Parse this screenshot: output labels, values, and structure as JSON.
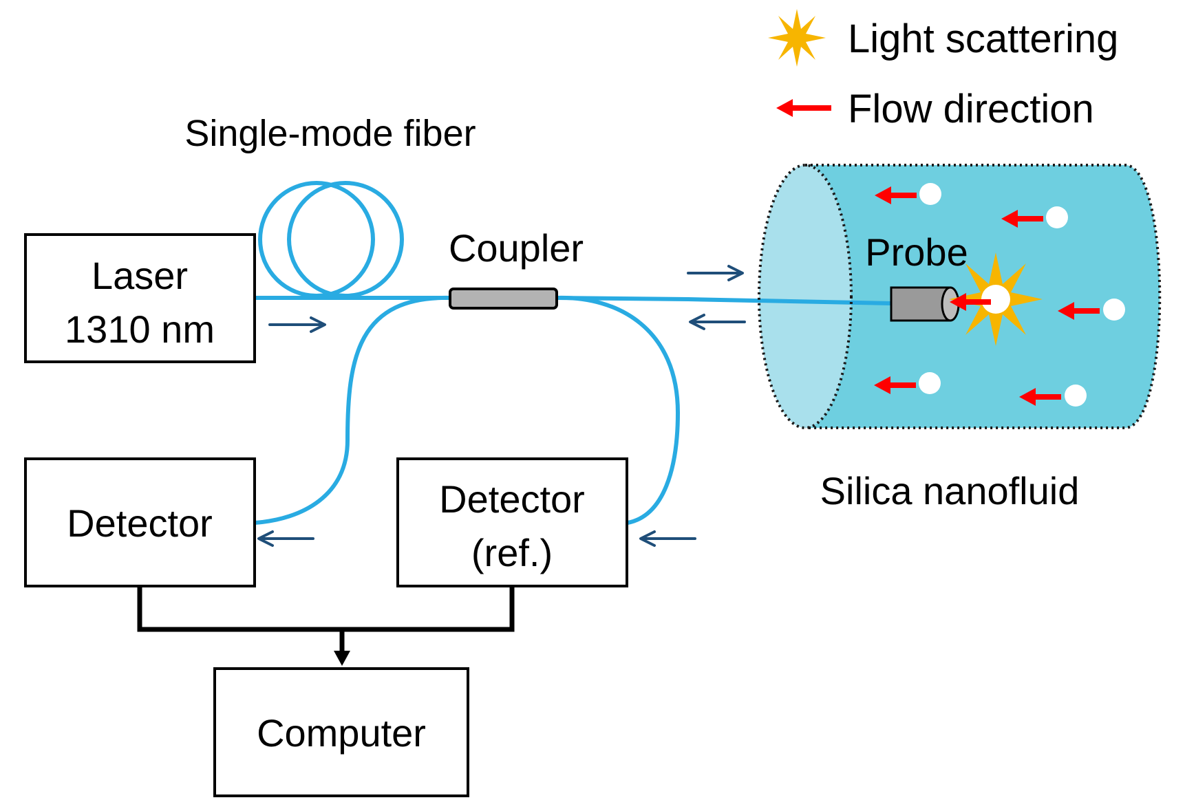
{
  "legend": {
    "scattering_label": "Light scattering",
    "flow_label": "Flow direction"
  },
  "labels": {
    "fiber": "Single-mode fiber",
    "coupler": "Coupler",
    "probe": "Probe",
    "nanofluid": "Silica nanofluid"
  },
  "boxes": {
    "laser": [
      "Laser",
      "1310 nm"
    ],
    "detector": "Detector",
    "detector_ref": [
      "Detector",
      "(ref.)"
    ],
    "computer": "Computer"
  },
  "colors": {
    "fiber": "#29abe2",
    "fluid": "#6ecfe0",
    "fluid_end": "#a9e0ec",
    "signal_arrow": "#1f4e79",
    "flow_arrow": "#ff0000",
    "scatter_star": "#f7b500",
    "probe": "#9a9a9a"
  },
  "icons": {
    "scattering": "starburst-icon",
    "flow": "red-left-arrow-icon"
  }
}
